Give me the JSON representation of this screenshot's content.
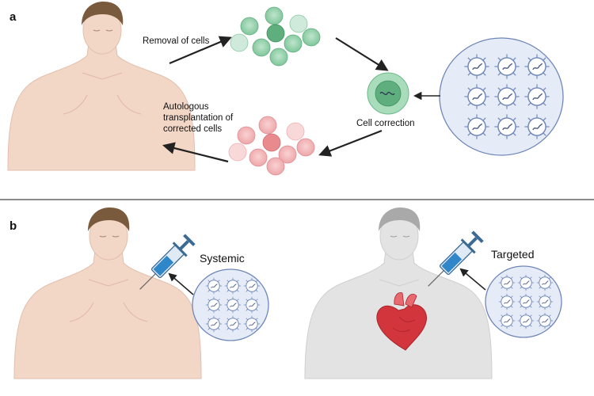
{
  "panels": {
    "a": {
      "letter": "a",
      "removal_label": "Removal of cells",
      "correction_label": "Cell correction",
      "transplant_label": [
        "Autologous",
        "transplantation of",
        "corrected cells"
      ]
    },
    "b": {
      "letter": "b",
      "systemic_label": "Systemic",
      "targeted_label": "Targeted"
    }
  },
  "icons": {
    "figure": "human-torso",
    "cell": "cell",
    "virus": "viral-vector",
    "syringe": "syringe",
    "heart": "heart"
  },
  "colors": {
    "skin": "#f2d6c6",
    "skin_grey": "#e3e3e3",
    "hair": "#7a5a3c",
    "green_cell": "#7fc69a",
    "pink_cell": "#eea6a9",
    "vector_bg": "#e6ecf7",
    "vector_border": "#6f87b8",
    "syringe_blue": "#2f86c8",
    "heart_red": "#d3353d",
    "divider": "#444444"
  }
}
